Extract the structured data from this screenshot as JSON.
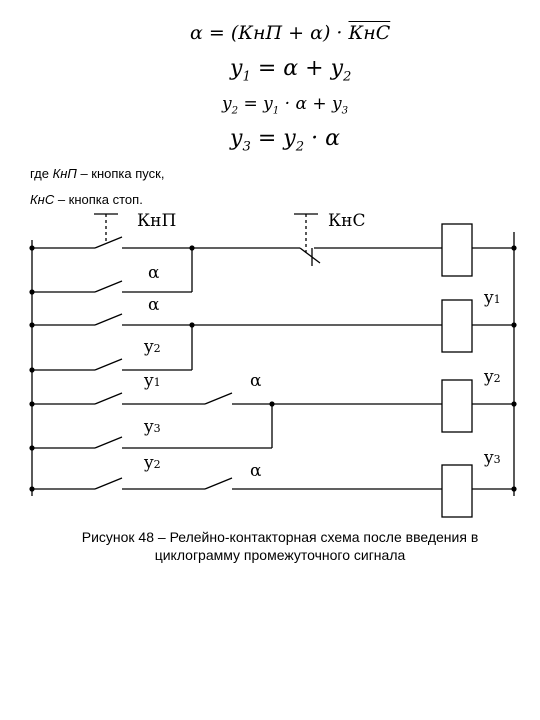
{
  "equations": {
    "alpha": {
      "lhs": "α",
      "op": "=",
      "open": "(",
      "knp": "КнП",
      "plus": "+",
      "alpha": "α",
      "close": ")",
      "dot": "·",
      "knc": "КнС"
    },
    "y1": {
      "lhs": "y",
      "lhs_sub": "1",
      "op": "=",
      "a": "α",
      "plus": "+",
      "b": "y",
      "b_sub": "2"
    },
    "y2": {
      "lhs": "y",
      "lhs_sub": "2",
      "op": "=",
      "a": "y",
      "a_sub": "1",
      "dot": "·",
      "b": "α",
      "plus": "+",
      "c": "y",
      "c_sub": "3"
    },
    "y3": {
      "lhs": "y",
      "lhs_sub": "3",
      "op": "=",
      "a": "y",
      "a_sub": "2",
      "dot": "·",
      "b": "α"
    }
  },
  "notes": {
    "line1": {
      "prefix": "где ",
      "term": "КнП",
      "rest": " – кнопка пуск,"
    },
    "line2": {
      "term": "КнС",
      "rest": " – кнопка стоп."
    }
  },
  "schematic": {
    "button_start": "КнП",
    "button_stop": "КнС",
    "contacts": {
      "r1": "α",
      "r2": "α",
      "r3": "y",
      "r3_sub": "2",
      "r4a": "y",
      "r4a_sub": "1",
      "r4b": "α",
      "r5": "y",
      "r5_sub": "3",
      "r6a": "y",
      "r6a_sub": "2",
      "r6b": "α"
    },
    "coils": {
      "c1": "y",
      "c1_sub": "1",
      "c2": "y",
      "c2_sub": "2",
      "c3": "y",
      "c3_sub": "3"
    }
  },
  "caption": {
    "line1": "Рисунок 48 – Релейно-контакторная схема после введения в",
    "line2": "циклограмму промежуточного сигнала"
  }
}
